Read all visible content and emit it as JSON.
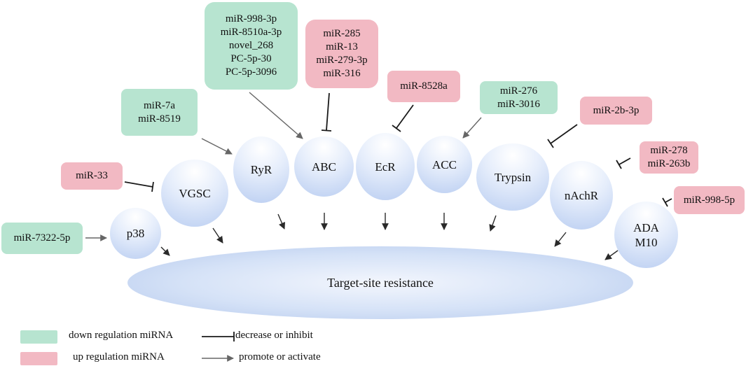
{
  "center": "Target-site resistance",
  "targets": {
    "p38": "p38",
    "vgsc": "VGSC",
    "ryr": "RyR",
    "abc": "ABC",
    "ecr": "EcR",
    "acc": "ACC",
    "trypsin": "Trypsin",
    "nachr": "nAchR",
    "adam10": [
      "ADA",
      "M10"
    ]
  },
  "mirna_boxes": {
    "p38": {
      "regulation": "down",
      "lines": [
        "miR-7322-5p"
      ]
    },
    "vgsc": {
      "regulation": "up",
      "lines": [
        "miR-33"
      ]
    },
    "ryr": {
      "regulation": "down",
      "lines": [
        "miR-7a",
        "miR-8519"
      ]
    },
    "abc_down": {
      "regulation": "down",
      "lines": [
        "miR-998-3p",
        "miR-8510a-3p",
        "novel_268",
        "PC-5p-30",
        "PC-5p-3096"
      ]
    },
    "abc_up": {
      "regulation": "up",
      "lines": [
        "miR-285",
        "miR-13",
        "miR-279-3p",
        "miR-316"
      ]
    },
    "ecr": {
      "regulation": "up",
      "lines": [
        "miR-8528a"
      ]
    },
    "acc": {
      "regulation": "down",
      "lines": [
        "miR-276",
        "miR-3016"
      ]
    },
    "trypsin": {
      "regulation": "up",
      "lines": [
        "miR-2b-3p"
      ]
    },
    "nachr": {
      "regulation": "up",
      "lines": [
        "miR-278",
        "miR-263b"
      ]
    },
    "adam10": {
      "regulation": "up",
      "lines": [
        "miR-998-5p"
      ]
    }
  },
  "legend": {
    "down_label": "down regulation miRNA",
    "up_label": "up regulation miRNA",
    "inhibit_label": "decrease or inhibit",
    "promote_label": "promote or activate"
  },
  "colors": {
    "down": "#b7e4d0",
    "up": "#f2b9c3",
    "node_edge": "#b9cdf1",
    "line": "#2a2a2a",
    "promote_line": "#666666"
  }
}
